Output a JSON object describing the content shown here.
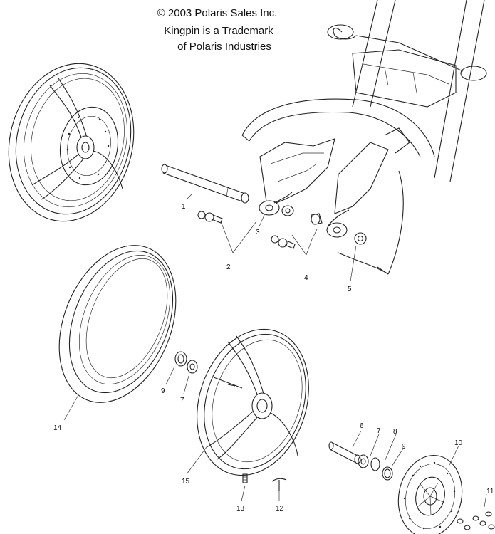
{
  "notice": {
    "line1": "© 2003 Polaris Sales Inc.",
    "line2": "Kingpin is a Trademark",
    "line3": "of Polaris Industries"
  },
  "callouts": [
    "1",
    "2",
    "3",
    "4",
    "5",
    "6",
    "7",
    "8",
    "9",
    "10",
    "11",
    "12",
    "13",
    "14",
    "15",
    "7",
    "9"
  ]
}
